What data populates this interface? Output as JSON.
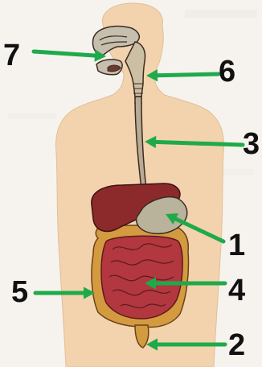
{
  "labels": [
    "7",
    "6",
    "3",
    "1",
    "4",
    "5",
    "2"
  ],
  "colors": {
    "arrow": "#1faa4a",
    "skin": "#f2d3ae",
    "background": "#f6f3ee",
    "liver": "#8c2a2b",
    "stomach": "#b9b39c",
    "small_intestine": "#b2373f",
    "large_intestine": "#d49a3f",
    "esophagus": "#b8ab94",
    "outline": "#3b2b23"
  }
}
